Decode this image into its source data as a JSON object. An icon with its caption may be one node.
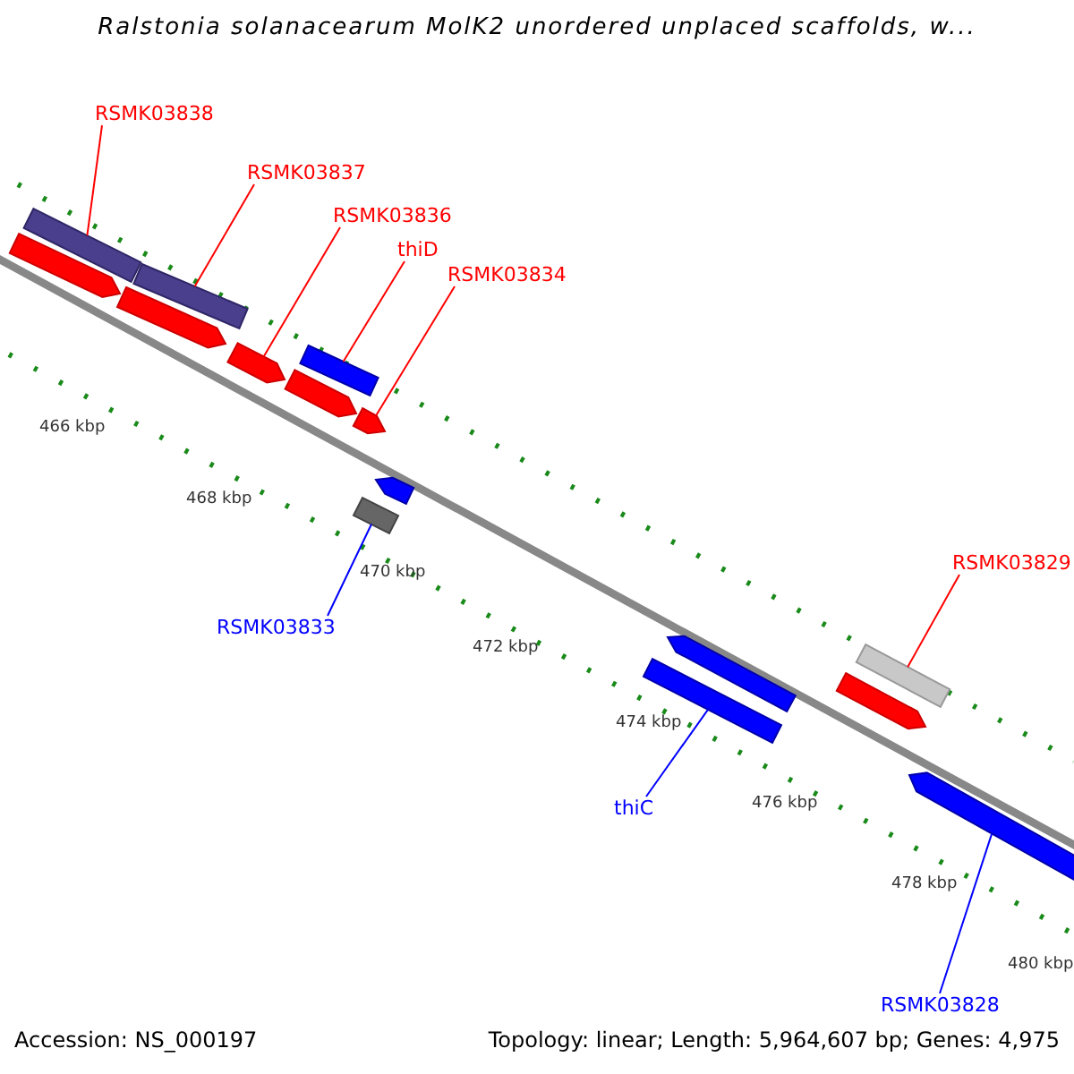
{
  "diagram": {
    "title": "Ralstonia solanacearum MolK2 unordered unplaced scaffolds, w...",
    "nodes": [
      {
        "text": [
          "RSMK03838"
        ]
      },
      {
        "text": [],
        "shape": "bar"
      },
      {
        "text": [
          "RSMK03837"
        ]
      },
      {
        "text": [],
        "shape": "bar"
      },
      {
        "text": [
          "RSMK03836"
        ]
      },
      {
        "text": [],
        "shape": "arrow"
      },
      {
        "text": [
          "thiD"
        ]
      },
      {
        "text": [],
        "shape": "bar"
      },
      {
        "text": [
          "RSMK03834"
        ]
      },
      {
        "text": [],
        "shape": "arrow"
      },
      {
        "text": [
          "RSMK03833"
        ]
      },
      {
        "text": [],
        "shape": "bar"
      },
      {
        "text": [
          "RSMK03829"
        ]
      },
      {
        "text": [],
        "shape": "bar"
      },
      {
        "text": [
          "thiC"
        ]
      },
      {
        "text": [],
        "shape": "bar"
      },
      {
        "text": [
          "RSMK03828"
        ]
      },
      {
        "text": [],
        "shape": "arrow"
      },
      {
        "text": [],
        "shape": "arrow"
      },
      {
        "text": [],
        "shape": "arrow"
      },
      {
        "text": [],
        "shape": "arrow"
      },
      {
        "text": [],
        "shape": "arrow"
      },
      {
        "text": [],
        "shape": "arrow"
      },
      {
        "text": [],
        "shape": "arrow"
      }
    ],
    "edges": [
      {
        "from": 0,
        "to": 1,
        "arrow": "none"
      },
      {
        "from": 2,
        "to": 3,
        "arrow": "none"
      },
      {
        "from": 4,
        "to": 5,
        "arrow": "none"
      },
      {
        "from": 6,
        "to": 7,
        "arrow": "none"
      },
      {
        "from": 8,
        "to": 9,
        "arrow": "none"
      },
      {
        "from": 10,
        "to": 11,
        "arrow": "none",
        "color": "#0000ff"
      },
      {
        "from": 12,
        "to": 13,
        "arrow": "none"
      },
      {
        "from": 14,
        "to": 15,
        "arrow": "none",
        "color": "#0000ff"
      },
      {
        "from": 16,
        "to": 17,
        "arrow": "none",
        "color": "#0000ff"
      }
    ],
    "labels": [
      "466 kbp",
      "468 kbp",
      "470 kbp",
      "472 kbp",
      "474 kbp",
      "476 kbp",
      "478 kbp",
      "480 kbp",
      "Accession: NS_000197",
      "Topology: linear; Length: 5,964,607 bp; Genes: 4,975"
    ]
  }
}
